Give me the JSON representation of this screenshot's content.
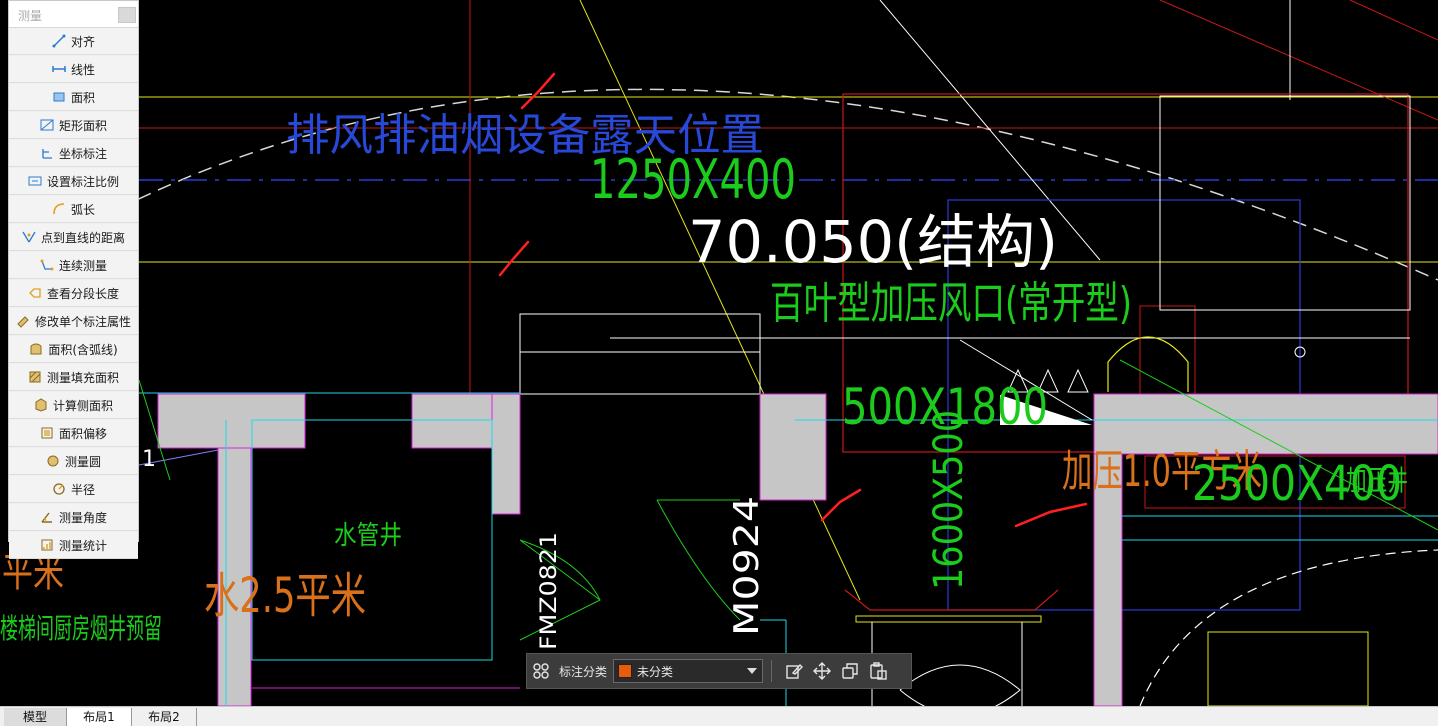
{
  "panel": {
    "title": "测量",
    "tools": [
      {
        "label": "对齐",
        "icon": "aligned-dimension-icon"
      },
      {
        "label": "线性",
        "icon": "linear-dimension-icon"
      },
      {
        "label": "面积",
        "icon": "area-icon"
      },
      {
        "label": "矩形面积",
        "icon": "rectangle-area-icon"
      },
      {
        "label": "坐标标注",
        "icon": "coordinate-dimension-icon"
      },
      {
        "label": "设置标注比例",
        "icon": "dimension-scale-icon"
      },
      {
        "label": "弧长",
        "icon": "arc-length-icon"
      },
      {
        "label": "点到直线的距离",
        "icon": "point-to-line-distance-icon"
      },
      {
        "label": "连续测量",
        "icon": "continuous-measure-icon"
      },
      {
        "label": "查看分段长度",
        "icon": "segment-length-icon"
      },
      {
        "label": "修改单个标注属性",
        "icon": "edit-dimension-icon"
      },
      {
        "label": "面积(含弧线)",
        "icon": "area-with-arc-icon"
      },
      {
        "label": "测量填充面积",
        "icon": "hatch-area-icon"
      },
      {
        "label": "计算侧面积",
        "icon": "side-area-icon"
      },
      {
        "label": "面积偏移",
        "icon": "area-offset-icon"
      },
      {
        "label": "测量圆",
        "icon": "measure-circle-icon"
      },
      {
        "label": "半径",
        "icon": "radius-icon"
      },
      {
        "label": "测量角度",
        "icon": "measure-angle-icon"
      },
      {
        "label": "测量统计",
        "icon": "measure-statistics-icon"
      }
    ]
  },
  "drawing": {
    "texts": {
      "t1": "排风排油烟设备露天位置",
      "t2": "1250X400",
      "t3": "70.050(结构)",
      "t4": "百叶型加压风口(常开型)",
      "t5": "500X1800",
      "t6": "加压1.0平方米",
      "t7": "2500X400",
      "t8": "加压井",
      "t9": "1600X500",
      "t10": "水管井",
      "t11": "水2.5平米",
      "t12": "平米",
      "t13": "楼梯间厨房烟井预留",
      "t14": "FMZ0821",
      "t15": "M0924",
      "t16": "1"
    }
  },
  "annotation_toolbar": {
    "label": "标注分类",
    "category": "未分类",
    "category_color": "#e85a0c"
  },
  "tabs": [
    "模型",
    "布局1",
    "布局2"
  ],
  "active_tab": "布局1"
}
